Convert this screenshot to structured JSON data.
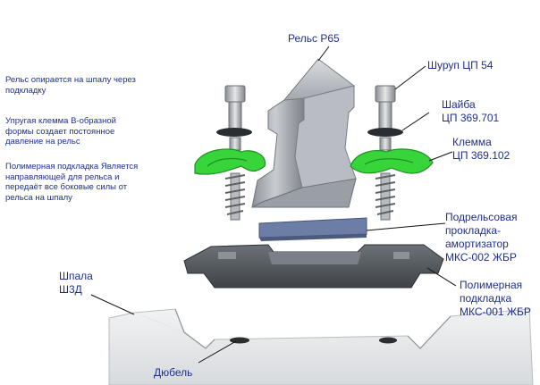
{
  "descriptions": {
    "rail_support": "Рельс опирается на шпалу через\nподкладку",
    "elastic_clamp": "Упругая клемма В-образной формы создает постоянное давление на рельс",
    "polymer_pad": "Полимерная подкладка Является направляющей  для рельса и передаёт все боковые силы от рельса на шпалу"
  },
  "labels": {
    "rail": "Рельс Р65",
    "screw": "Шуруп ЦП 54",
    "washer": "Шайба\nЦП 369.701",
    "clamp": "Клемма\nЦП 369.102",
    "rail_pad": "Подрельсовая\nпрокладка-\nамортизатор\nМКС-002 ЖБР",
    "sleeper": "Шпала\nШ3Д",
    "polymer_baseplate": "Полимерная\nподкладка\nМКС-001 ЖБР",
    "dowel": "Дюбель"
  },
  "colors": {
    "text": "#1f2f8f",
    "clamp_green": "#37d43a",
    "rail_grey": "#a9adb4",
    "pad_blue": "#6c7ea5",
    "baseplate_dark": "#54595f",
    "sleeper_light": "#e6e8ea"
  }
}
